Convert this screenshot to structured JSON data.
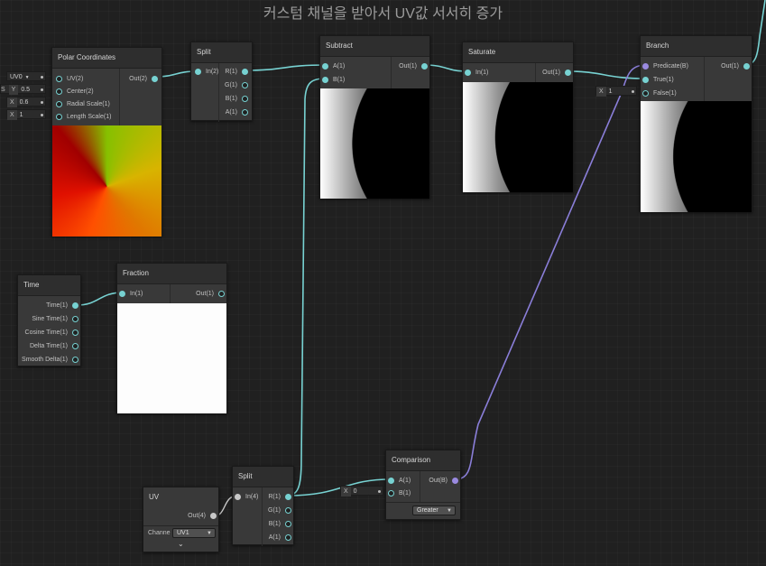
{
  "group_title": "커스텀 채널을 받아서 UV값 서서히 증가",
  "colors": {
    "wire_float": "#77d2d2",
    "wire_bool": "#9a8ae0",
    "background": "#202020"
  },
  "nodes": {
    "polar": {
      "title": "Polar Coordinates",
      "inputs": [
        "UV(2)",
        "Center(2)",
        "Radial Scale(1)",
        "Length Scale(1)"
      ],
      "output": "Out(2)",
      "fields": {
        "uv_select": "UV0",
        "center_x_label": "S",
        "center_y_label": "Y",
        "center_y_value": "0.5",
        "radial_label": "X",
        "radial_value": "0.6",
        "length_label": "X",
        "length_value": "1"
      }
    },
    "split_top": {
      "title": "Split",
      "input": "In(2)",
      "outputs": [
        "R(1)",
        "G(1)",
        "B(1)",
        "A(1)"
      ]
    },
    "subtract": {
      "title": "Subtract",
      "inputs": [
        "A(1)",
        "B(1)"
      ],
      "output": "Out(1)"
    },
    "saturate": {
      "title": "Saturate",
      "input": "In(1)",
      "output": "Out(1)"
    },
    "branch": {
      "title": "Branch",
      "inputs": [
        "Predicate(B)",
        "True(1)",
        "False(1)"
      ],
      "output": "Out(1)",
      "false_field": {
        "label": "X",
        "value": "1"
      }
    },
    "time": {
      "title": "Time",
      "outputs": [
        "Time(1)",
        "Sine Time(1)",
        "Cosine Time(1)",
        "Delta Time(1)",
        "Smooth Delta(1)"
      ]
    },
    "fraction": {
      "title": "Fraction",
      "input": "In(1)",
      "output": "Out(1)"
    },
    "uv": {
      "title": "UV",
      "output": "Out(4)",
      "channel_label": "Channe",
      "channel_value": "UV1"
    },
    "split_bottom": {
      "title": "Split",
      "input": "In(4)",
      "outputs": [
        "R(1)",
        "G(1)",
        "B(1)",
        "A(1)"
      ]
    },
    "comparison": {
      "title": "Comparison",
      "inputs": [
        "A(1)",
        "B(1)"
      ],
      "output": "Out(B)",
      "b_field": {
        "label": "X",
        "value": "0"
      },
      "mode": "Greater"
    }
  },
  "icons": {
    "dropdown_arrow": "▼",
    "expand": "⌄"
  }
}
